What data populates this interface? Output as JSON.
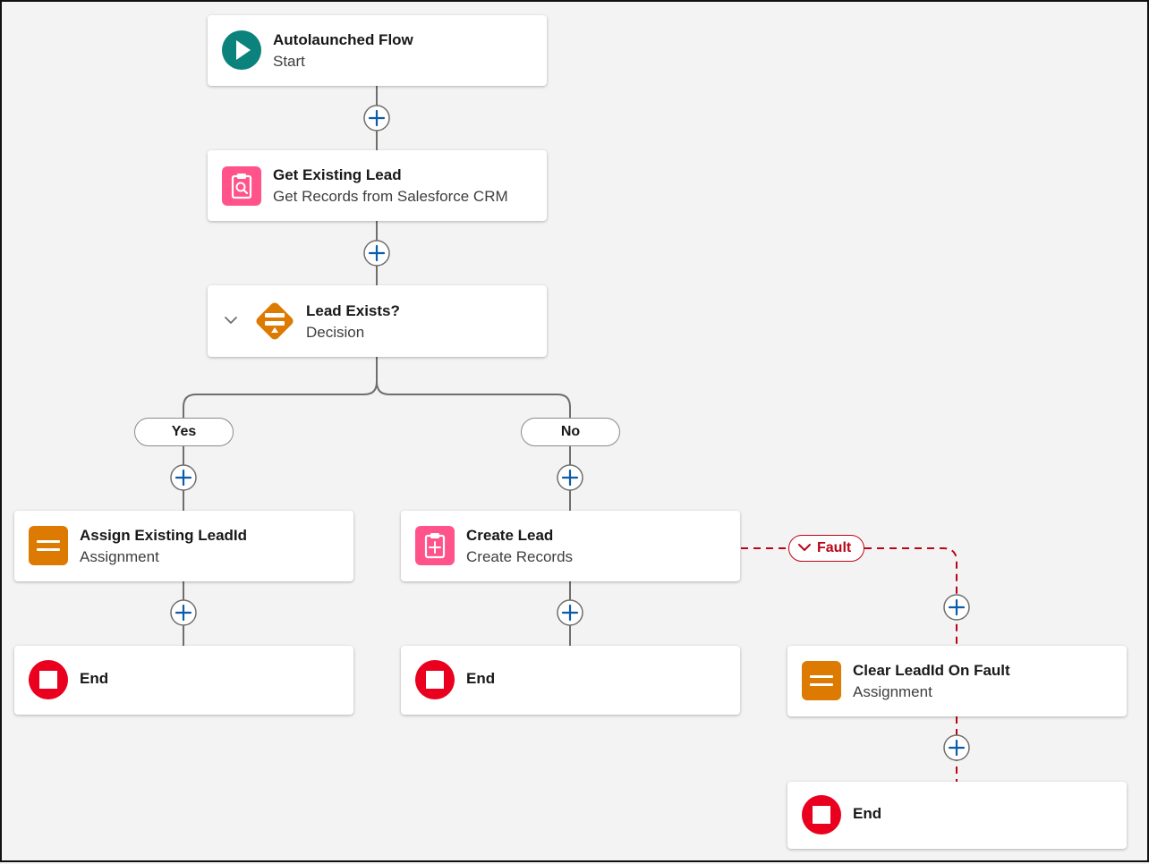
{
  "flow": {
    "start": {
      "title": "Autolaunched Flow",
      "subtitle": "Start",
      "icon": "play-icon",
      "color": "#0b827c"
    },
    "get_records": {
      "title": "Get Existing Lead",
      "subtitle": "Get Records from Salesforce CRM",
      "icon": "get-records-icon",
      "color": "#ff538a"
    },
    "decision": {
      "title": "Lead Exists?",
      "subtitle": "Decision",
      "icon": "decision-icon",
      "color": "#dd7a01"
    },
    "outcomes": [
      {
        "label": "Yes"
      },
      {
        "label": "No"
      }
    ],
    "assign_existing": {
      "title": "Assign Existing LeadId",
      "subtitle": "Assignment",
      "icon": "assignment-icon",
      "color": "#dd7a01"
    },
    "create_lead": {
      "title": "Create Lead",
      "subtitle": "Create Records",
      "icon": "create-records-icon",
      "color": "#ff538a"
    },
    "fault": {
      "label": "Fault",
      "color": "#ba0517"
    },
    "clear_on_fault": {
      "title": "Clear LeadId On Fault",
      "subtitle": "Assignment",
      "icon": "assignment-icon",
      "color": "#dd7a01"
    },
    "end_label": "End",
    "end_color": "#ea001e",
    "connector_color": "#706e6b",
    "add_icon_color": "#0b5cab"
  }
}
